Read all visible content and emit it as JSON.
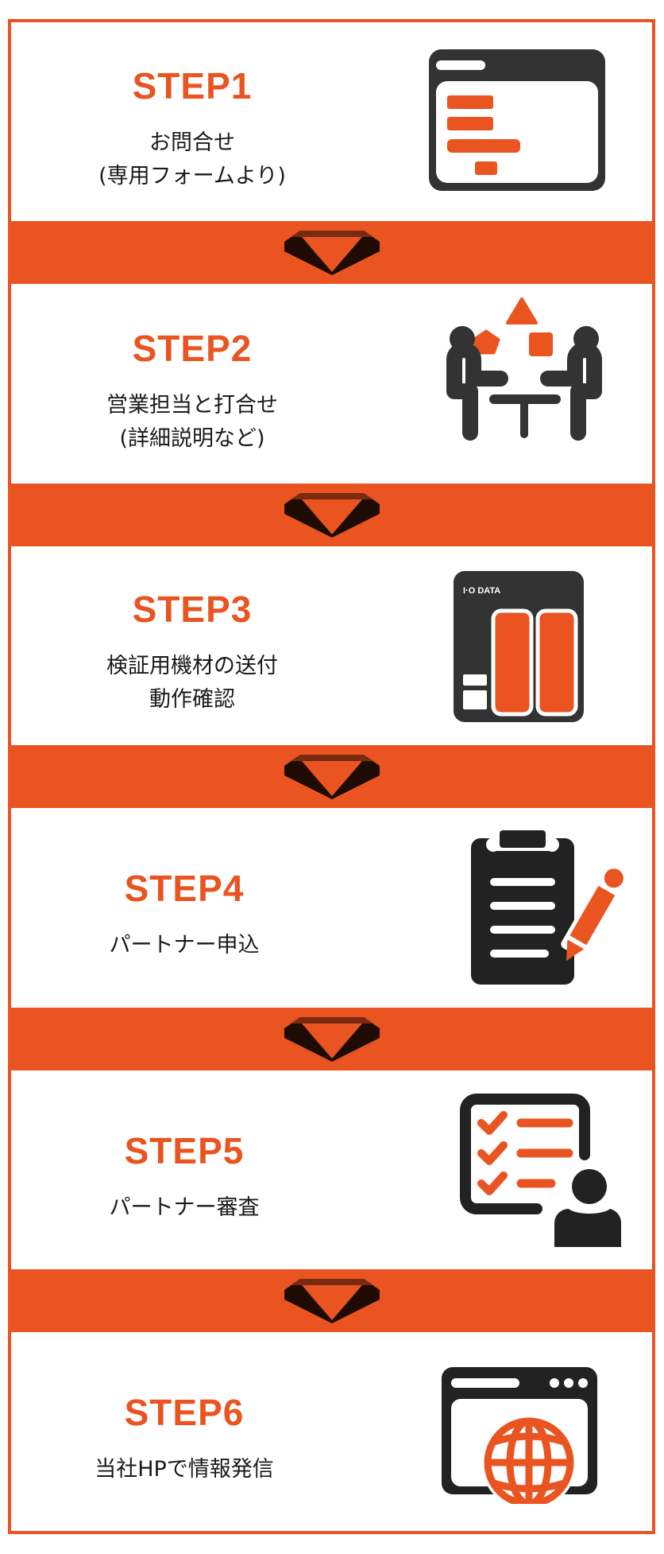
{
  "colors": {
    "accent": "#E95420",
    "icon_dark": "#333333",
    "text": "#1a1a1a",
    "arrow_dark": "#1e0c04"
  },
  "steps": [
    {
      "title": "STEP1",
      "desc": "お問合せ\n(専用フォームより)",
      "icon": "web-form-icon"
    },
    {
      "title": "STEP2",
      "desc": "営業担当と打合せ\n(詳細説明など)",
      "icon": "meeting-icon"
    },
    {
      "title": "STEP3",
      "desc": "検証用機材の送付\n動作確認",
      "icon": "nas-device-icon",
      "device_brand": "I·O DATA"
    },
    {
      "title": "STEP4",
      "desc": "パートナー申込",
      "icon": "clipboard-pencil-icon"
    },
    {
      "title": "STEP5",
      "desc": "パートナー審査",
      "icon": "checklist-person-icon"
    },
    {
      "title": "STEP6",
      "desc": "当社HPで情報発信",
      "icon": "web-globe-icon"
    }
  ],
  "arrows": [
    "down-arrow",
    "down-arrow",
    "down-arrow",
    "down-arrow",
    "down-arrow"
  ]
}
